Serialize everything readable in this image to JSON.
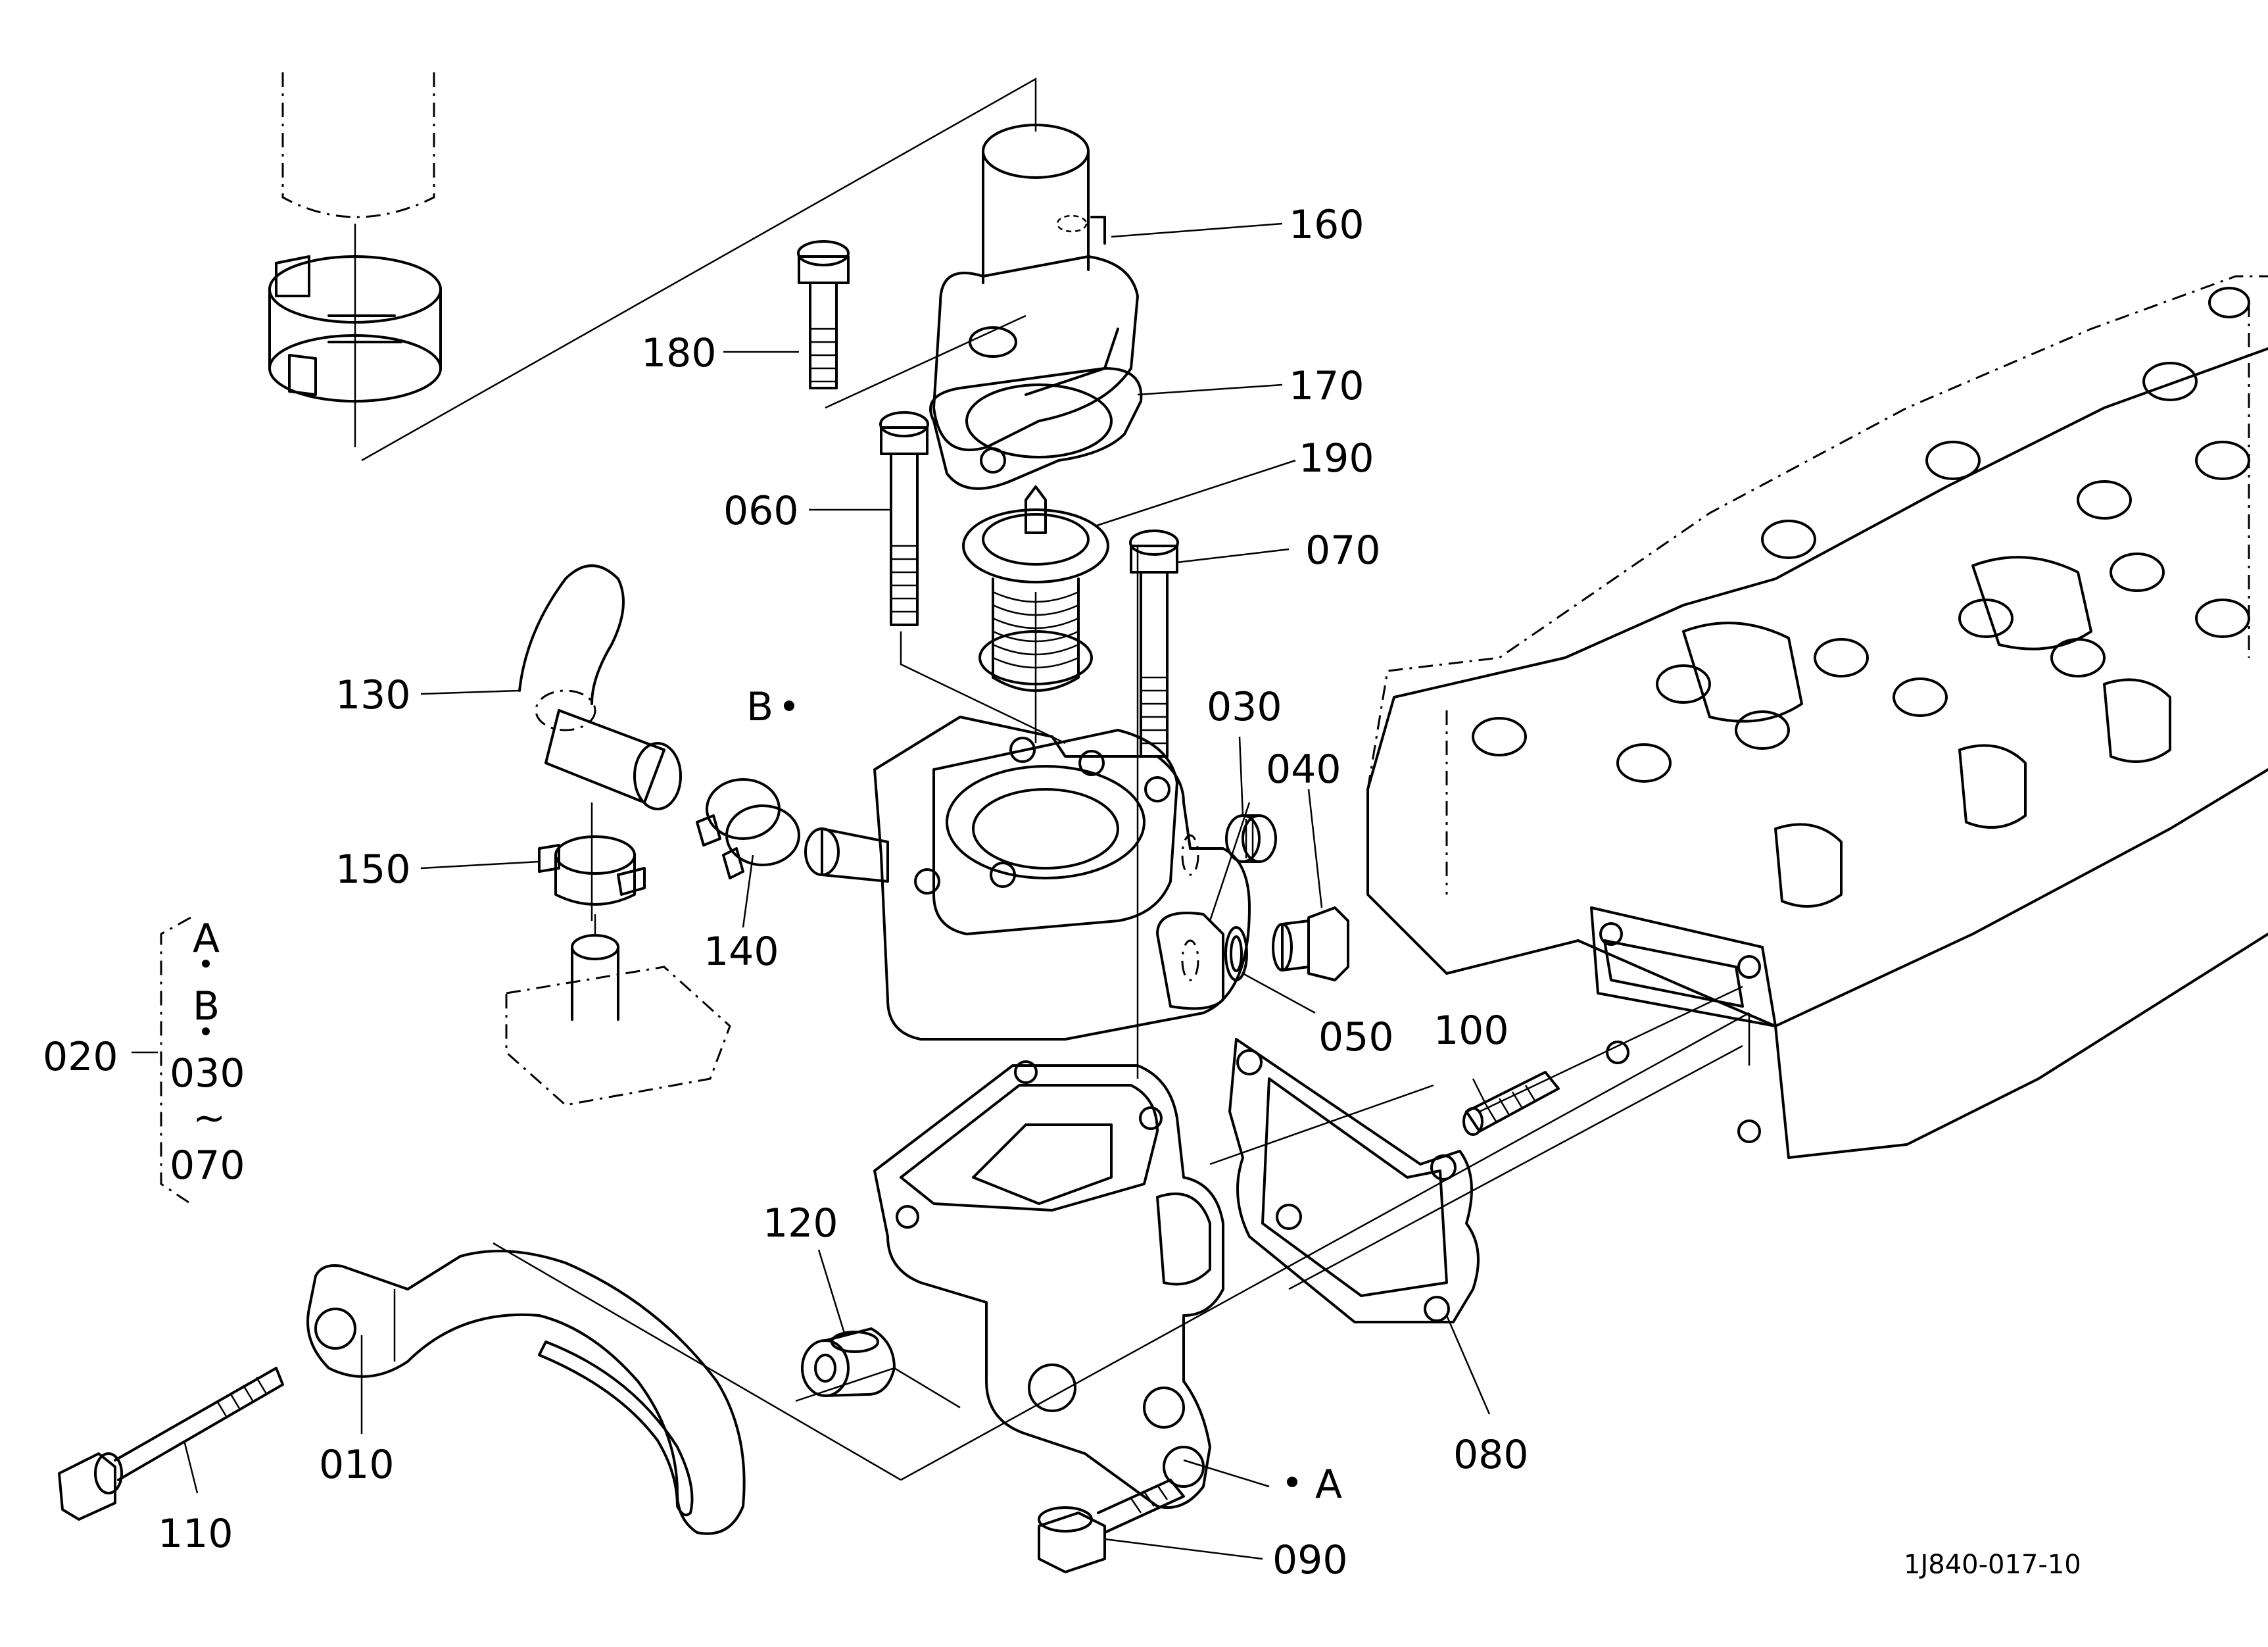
{
  "diagram": {
    "labels": {
      "p160": "160",
      "p180": "180",
      "p170": "170",
      "p190": "190",
      "p060": "060",
      "p070": "070",
      "p130": "130",
      "pB": "B",
      "p030": "030",
      "p040": "040",
      "p150": "150",
      "p140": "140",
      "p050": "050",
      "p100": "100",
      "p020": "020",
      "group_a": "A",
      "group_b": "B",
      "group_030": "030",
      "group_tilde": "~",
      "group_070": "070",
      "p120": "120",
      "p010": "010",
      "p110": "110",
      "p080": "080",
      "pA": "A",
      "p090": "090"
    },
    "figure_code": "1J840-017-10"
  }
}
